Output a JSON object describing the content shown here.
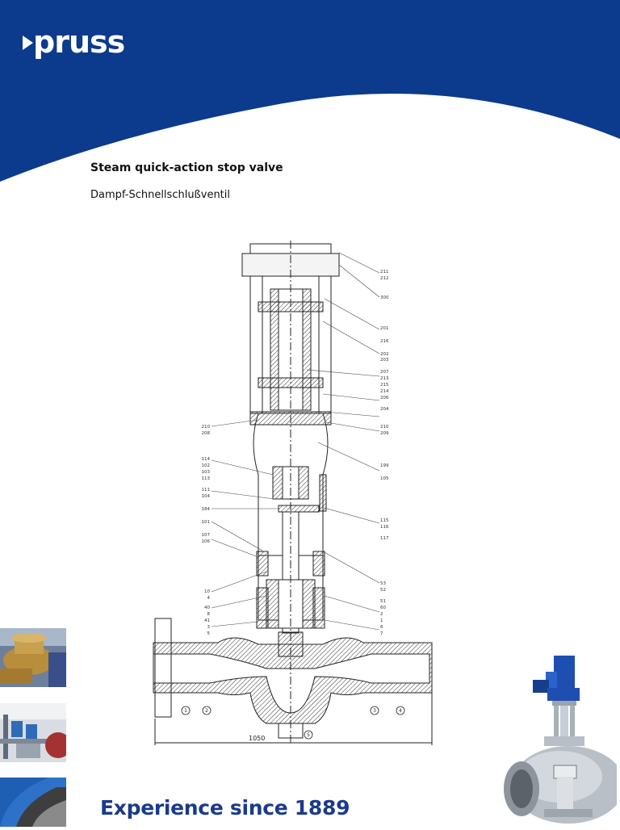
{
  "brand": {
    "logo_text": "pruss",
    "colors": {
      "primary_blue": "#0c3a8c",
      "slogan_blue": "#1b3a8a"
    }
  },
  "document": {
    "title_en": "Steam quick-action stop valve",
    "title_de": "Dampf-Schnellschlußventil",
    "slogan": "Experience since 1889"
  },
  "drawing": {
    "dimension_label": "1050",
    "callouts_right": [
      "211",
      "212",
      "300",
      "201",
      "216",
      "202",
      "203",
      "207",
      "213",
      "215",
      "214",
      "206",
      "204",
      "210",
      "209",
      "199",
      "105",
      "115",
      "116",
      "117",
      "53",
      "52",
      "51",
      "60",
      "2",
      "1",
      "6",
      "7"
    ],
    "callouts_left": [
      "210",
      "208",
      "114",
      "102",
      "103",
      "113",
      "111",
      "104",
      "184",
      "101",
      "107",
      "106",
      "10",
      "4",
      "40",
      "8",
      "41",
      "3",
      "5"
    ],
    "circle_markers": [
      "1",
      "2",
      "3",
      "4",
      "5"
    ]
  },
  "images": [
    "valve-photo-thumbnail",
    "plant-photo-thumbnail",
    "flange-photo-thumbnail",
    "actuated-valve-product-photo"
  ]
}
